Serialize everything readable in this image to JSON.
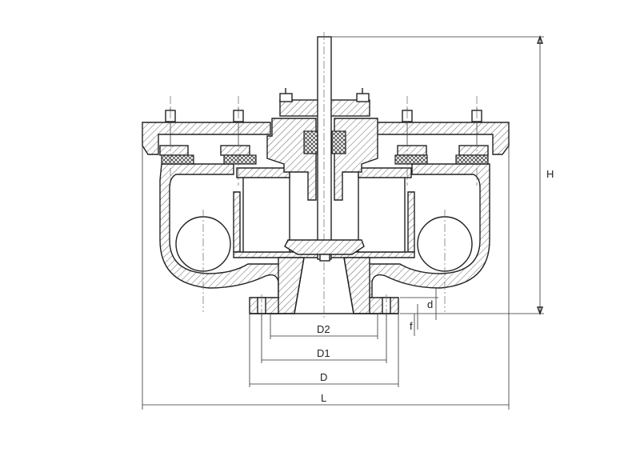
{
  "dimensions": {
    "height": "H",
    "length": "L",
    "flange_outer": "D",
    "bolt_circle": "D1",
    "raised_face": "D2",
    "flange_thickness": "d",
    "raised_face_height": "f"
  }
}
